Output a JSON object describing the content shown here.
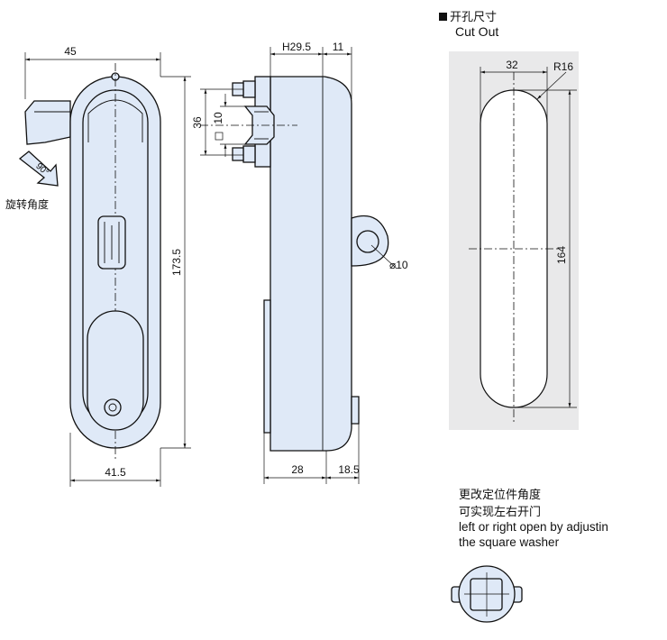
{
  "front_view": {
    "dim_top_width": "45",
    "dim_bottom_width": "41.5",
    "dim_height": "173.5",
    "rotation_angle": "90°",
    "rotation_label": "旋转角度"
  },
  "side_view": {
    "dim_h": "H29.5",
    "dim_top_right": "11",
    "dim_36": "36",
    "dim_10": "10",
    "dim_hole": "⌀10",
    "dim_bottom_left": "28",
    "dim_bottom_right": "18.5"
  },
  "cutout": {
    "title_cn": "开孔尺寸",
    "title_en": "Cut Out",
    "dim_width": "32",
    "dim_radius": "R16",
    "dim_height": "164"
  },
  "note": {
    "line1": "更改定位件角度",
    "line2": "可实现左右开门",
    "line3": "left or right open by adjustin",
    "line4": "the square washer"
  },
  "colors": {
    "part_fill": "#dfe9f7",
    "cutout_fill": "#e9e9ea",
    "line": "#111111"
  }
}
